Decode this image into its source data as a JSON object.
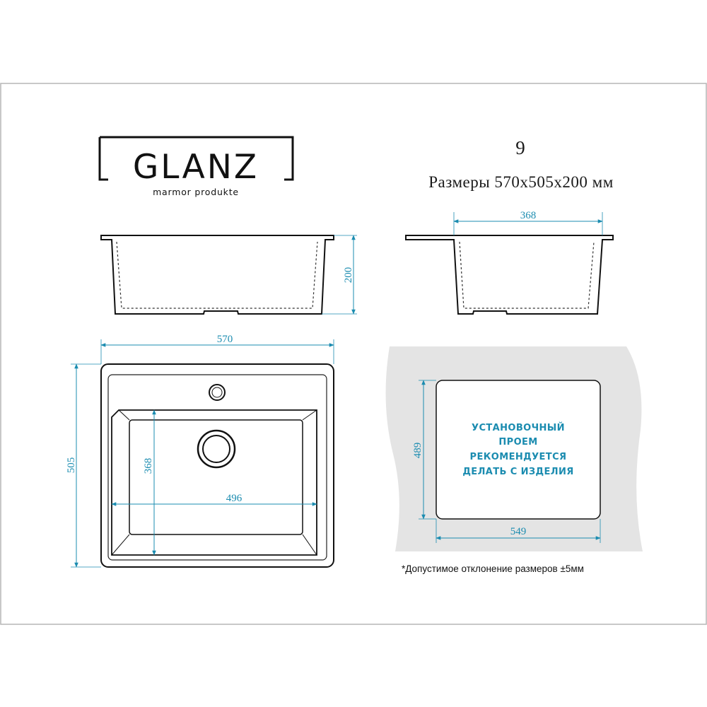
{
  "brand": {
    "name": "GLANZ",
    "tagline": "marmor produkte"
  },
  "model": {
    "number": "9",
    "size_label": "Размеры 570х505х200 мм"
  },
  "dimensions": {
    "side_height": "200",
    "section_bowl_width": "368",
    "top_width": "570",
    "top_depth": "505",
    "bowl_depth": "368",
    "bowl_width": "496",
    "cutout_depth": "489",
    "cutout_width": "549"
  },
  "cutout_note": {
    "lines": [
      "УСТАНОВОЧНЫЙ",
      "ПРОЕМ",
      "РЕКОМЕНДУЕТСЯ",
      "ДЕЛАТЬ С ИЗДЕЛИЯ"
    ]
  },
  "footnote": "*Допустимое отклонение размеров ±5мм",
  "colors": {
    "dimension": "#1b8cb0",
    "cutout_bg": "#e4e4e4",
    "outline": "#111111"
  }
}
